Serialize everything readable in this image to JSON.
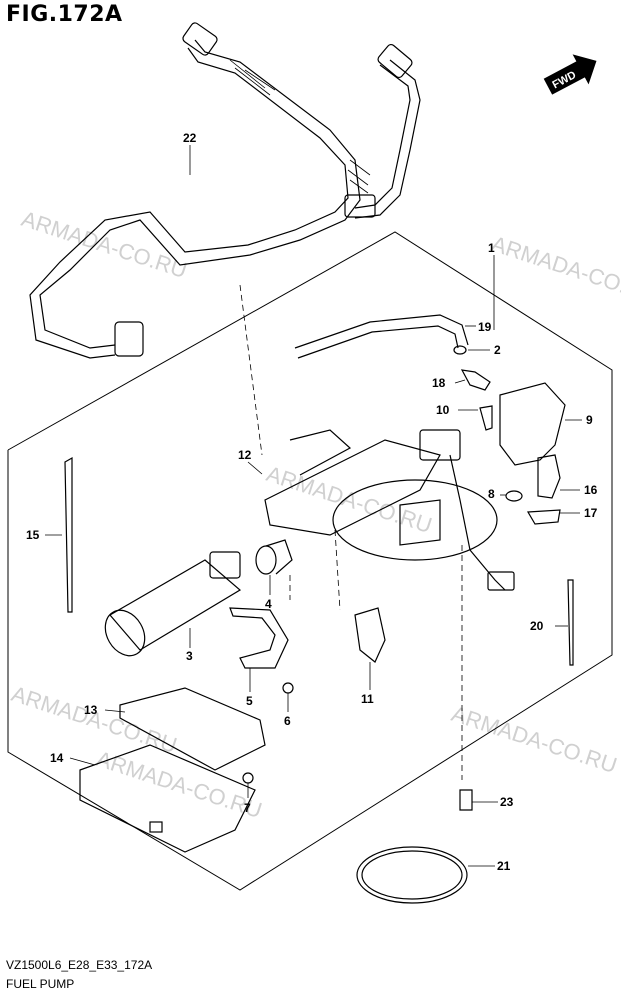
{
  "figure": {
    "title": "FIG.172A",
    "code": "VZ1500L6_E28_E33_172A",
    "caption": "FUEL PUMP"
  },
  "fwd_label": "FWD",
  "watermarks": [
    "ARMADA-CO.RU",
    "ARMADA-CO.RU",
    "ARMADA-CO.RU",
    "ARMADA-CO.RU",
    "ARMADA-CO.RU",
    "ARMADA-CO.RU"
  ],
  "callouts": [
    "1",
    "2",
    "3",
    "4",
    "5",
    "6",
    "7",
    "8",
    "9",
    "10",
    "11",
    "12",
    "13",
    "14",
    "15",
    "16",
    "17",
    "18",
    "19",
    "20",
    "21",
    "22",
    "23"
  ]
}
